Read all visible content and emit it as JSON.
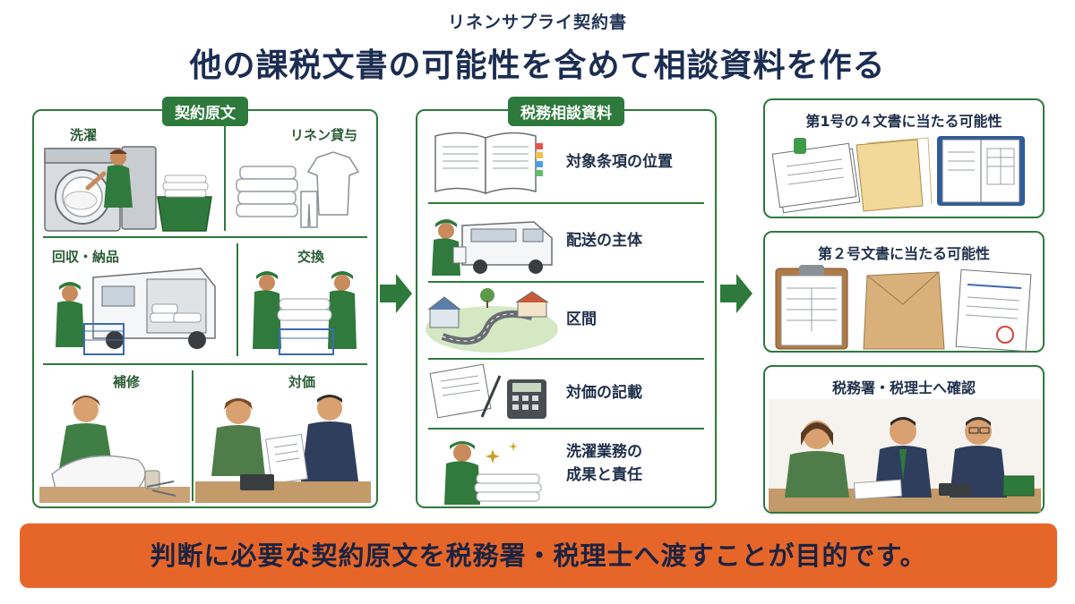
{
  "header": {
    "subtitle": "リネンサプライ契約書",
    "title": "他の課税文書の可能性を含めて相談資料を作る"
  },
  "left_panel": {
    "tag": "契約原文",
    "cells": [
      {
        "label": "洗濯"
      },
      {
        "label": "リネン貸与"
      },
      {
        "label": "回収・納品"
      },
      {
        "label": "交換"
      },
      {
        "label": "補修"
      },
      {
        "label": "対価"
      }
    ]
  },
  "middle_panel": {
    "tag": "税務相談資料",
    "items": [
      {
        "label": "対象条項の位置"
      },
      {
        "label": "配送の主体"
      },
      {
        "label": "区間"
      },
      {
        "label": "対価の記載"
      },
      {
        "label": "洗濯業務の\n成果と責任"
      }
    ]
  },
  "right_panels": [
    {
      "title": "第1号の４文書に当たる可能性"
    },
    {
      "title": "第２号文書に当たる可能性"
    },
    {
      "title": "税務署・税理士へ確認"
    }
  ],
  "banner": {
    "text": "判断に必要な契約原文を税務署・税理士へ渡すことが目的です。"
  },
  "colors": {
    "accent_green": "#2e7a3c",
    "banner_orange": "#e6662a",
    "title_navy": "#1c2d52"
  }
}
